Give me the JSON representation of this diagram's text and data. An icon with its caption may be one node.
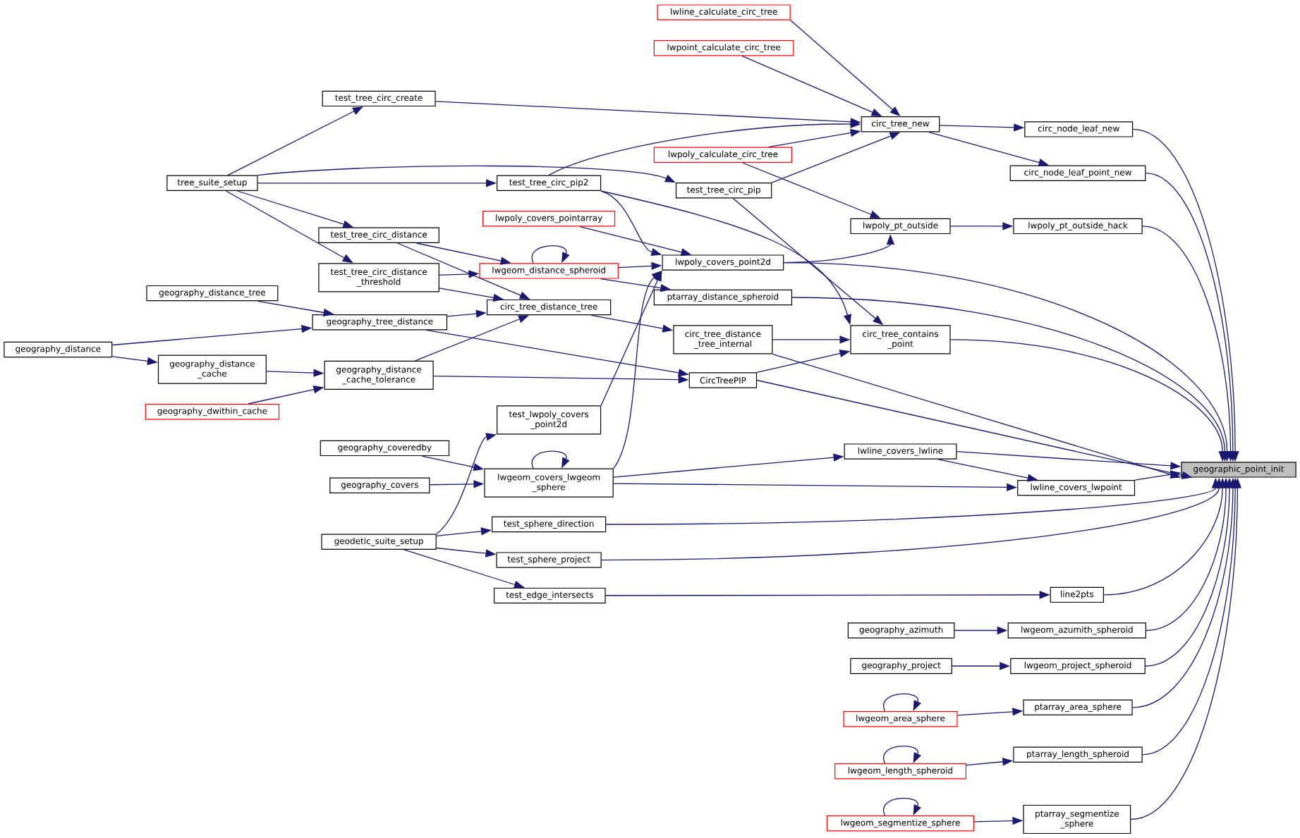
{
  "diagram": {
    "nodes": [
      {
        "text": [
          "geographic_point_init"
        ]
      },
      {
        "text": [
          "lwline_calculate_circ_tree"
        ]
      },
      {
        "text": [
          "lwpoint_calculate_circ_tree"
        ]
      },
      {
        "text": [
          "test_tree_circ_create"
        ]
      },
      {
        "text": [
          "circ_tree_new"
        ]
      },
      {
        "text": [
          "circ_node_leaf_new"
        ]
      },
      {
        "text": [
          "lwpoly_calculate_circ_tree"
        ]
      },
      {
        "text": [
          "circ_node_leaf_point_new"
        ]
      },
      {
        "text": [
          "tree_suite_setup"
        ]
      },
      {
        "text": [
          "test_tree_circ_pip2"
        ]
      },
      {
        "text": [
          "test_tree_circ_pip"
        ]
      },
      {
        "text": [
          "lwpoly_covers_pointarray"
        ]
      },
      {
        "text": [
          "lwpoly_pt_outside"
        ]
      },
      {
        "text": [
          "lwpoly_pt_outside_hack"
        ]
      },
      {
        "text": [
          "test_tree_circ_distance"
        ]
      },
      {
        "text": [
          "lwpoly_covers_point2d"
        ]
      },
      {
        "text": [
          "lwgeom_distance_spheroid"
        ]
      },
      {
        "text": [
          "test_tree_circ_distance _threshold"
        ]
      },
      {
        "text": [
          "geography_distance_tree"
        ]
      },
      {
        "text": [
          "ptarray_distance_spheroid"
        ]
      },
      {
        "text": [
          "circ_tree_distance_tree"
        ]
      },
      {
        "text": [
          "geography_tree_distance"
        ]
      },
      {
        "text": [
          "circ_tree_contains _point"
        ]
      },
      {
        "text": [
          "circ_tree_distance _tree_internal"
        ]
      },
      {
        "text": [
          "geography_distance"
        ]
      },
      {
        "text": [
          "geography_distance _cache"
        ]
      },
      {
        "text": [
          "geography_distance _cache_tolerance"
        ]
      },
      {
        "text": [
          "CircTreePIP"
        ]
      },
      {
        "text": [
          "geography_dwithin_cache"
        ]
      },
      {
        "text": [
          "test_lwpoly_covers _point2d"
        ]
      },
      {
        "text": [
          "geography_coveredby"
        ]
      },
      {
        "text": [
          "lwline_covers_lwline"
        ]
      },
      {
        "text": [
          "lwgeom_covers_lwgeom _sphere"
        ]
      },
      {
        "text": [
          "geography_covers"
        ]
      },
      {
        "text": [
          "lwline_covers_lwpoint"
        ]
      },
      {
        "text": [
          "test_sphere_direction"
        ]
      },
      {
        "text": [
          "geodetic_suite_setup"
        ]
      },
      {
        "text": [
          "test_sphere_project"
        ]
      },
      {
        "text": [
          "test_edge_intersects"
        ]
      },
      {
        "text": [
          "line2pts"
        ]
      },
      {
        "text": [
          "geography_azimuth"
        ]
      },
      {
        "text": [
          "lwgeom_azumith_spheroid"
        ]
      },
      {
        "text": [
          "geography_project"
        ]
      },
      {
        "text": [
          "lwgeom_project_spheroid"
        ]
      },
      {
        "text": [
          "lwgeom_area_sphere"
        ]
      },
      {
        "text": [
          "ptarray_area_sphere"
        ]
      },
      {
        "text": [
          "lwgeom_length_spheroid"
        ]
      },
      {
        "text": [
          "ptarray_length_spheroid"
        ]
      },
      {
        "text": [
          "lwgeom_segmentize_sphere"
        ]
      },
      {
        "text": [
          "ptarray_segmentize _sphere"
        ]
      }
    ],
    "edges": [
      {
        "from": 5,
        "to": 0,
        "arrow": "to"
      },
      {
        "from": 7,
        "to": 0,
        "arrow": "to"
      },
      {
        "from": 13,
        "to": 0,
        "arrow": "to"
      },
      {
        "from": 15,
        "to": 0,
        "arrow": "to"
      },
      {
        "from": 19,
        "to": 0,
        "arrow": "to"
      },
      {
        "from": 22,
        "to": 0,
        "arrow": "to"
      },
      {
        "from": 23,
        "to": 0,
        "arrow": "to"
      },
      {
        "from": 27,
        "to": 0,
        "arrow": "to"
      },
      {
        "from": 31,
        "to": 0,
        "arrow": "to"
      },
      {
        "from": 34,
        "to": 0,
        "arrow": "to"
      },
      {
        "from": 35,
        "to": 0,
        "arrow": "to"
      },
      {
        "from": 37,
        "to": 0,
        "arrow": "to"
      },
      {
        "from": 39,
        "to": 0,
        "arrow": "to"
      },
      {
        "from": 41,
        "to": 0,
        "arrow": "to"
      },
      {
        "from": 43,
        "to": 0,
        "arrow": "to"
      },
      {
        "from": 45,
        "to": 0,
        "arrow": "to"
      },
      {
        "from": 47,
        "to": 0,
        "arrow": "to"
      },
      {
        "from": 49,
        "to": 0,
        "arrow": "to"
      },
      {
        "from": 1,
        "to": 4,
        "arrow": "to"
      },
      {
        "from": 2,
        "to": 4,
        "arrow": "to"
      },
      {
        "from": 3,
        "to": 4,
        "arrow": "to"
      },
      {
        "from": 9,
        "to": 4,
        "arrow": "to"
      },
      {
        "from": 6,
        "to": 4,
        "arrow": "to"
      },
      {
        "from": 10,
        "to": 4,
        "arrow": "to"
      },
      {
        "from": 4,
        "to": 5,
        "arrow": "to"
      },
      {
        "from": 4,
        "to": 7,
        "arrow": "to"
      },
      {
        "from": 8,
        "to": 3,
        "arrow": "to"
      },
      {
        "from": 8,
        "to": 10,
        "arrow": "to"
      },
      {
        "from": 8,
        "to": 9,
        "arrow": "to"
      },
      {
        "from": 8,
        "to": 14,
        "arrow": "to"
      },
      {
        "from": 8,
        "to": 17,
        "arrow": "to"
      },
      {
        "from": 6,
        "to": 12,
        "arrow": "to"
      },
      {
        "from": 15,
        "to": 12,
        "arrow": "to"
      },
      {
        "from": 12,
        "to": 13,
        "arrow": "to"
      },
      {
        "from": 9,
        "to": 15,
        "arrow": "to"
      },
      {
        "from": 11,
        "to": 15,
        "arrow": "to"
      },
      {
        "from": 16,
        "to": 15,
        "arrow": "to"
      },
      {
        "from": 29,
        "to": 15,
        "arrow": "to"
      },
      {
        "from": 32,
        "to": 15,
        "arrow": "to"
      },
      {
        "from": 9,
        "to": 22,
        "arrow": "to"
      },
      {
        "from": 10,
        "to": 22,
        "arrow": "to"
      },
      {
        "from": 14,
        "to": 16,
        "arrow": "to"
      },
      {
        "from": 17,
        "to": 16,
        "arrow": "to"
      },
      {
        "from": 16,
        "to": 16,
        "arrow": "to"
      },
      {
        "from": 16,
        "to": 19,
        "arrow": "to"
      },
      {
        "from": 14,
        "to": 20,
        "arrow": "to"
      },
      {
        "from": 17,
        "to": 20,
        "arrow": "to"
      },
      {
        "from": 21,
        "to": 20,
        "arrow": "to"
      },
      {
        "from": 26,
        "to": 20,
        "arrow": "to"
      },
      {
        "from": 18,
        "to": 21,
        "arrow": "to"
      },
      {
        "from": 24,
        "to": 21,
        "arrow": "to"
      },
      {
        "from": 24,
        "to": 25,
        "arrow": "to"
      },
      {
        "from": 25,
        "to": 26,
        "arrow": "to"
      },
      {
        "from": 28,
        "to": 26,
        "arrow": "to"
      },
      {
        "from": 20,
        "to": 23,
        "arrow": "to"
      },
      {
        "from": 23,
        "to": 22,
        "arrow": "to"
      },
      {
        "from": 27,
        "to": 22,
        "arrow": "to"
      },
      {
        "from": 21,
        "to": 27,
        "arrow": "to"
      },
      {
        "from": 26,
        "to": 27,
        "arrow": "to"
      },
      {
        "from": 36,
        "to": 29,
        "arrow": "to"
      },
      {
        "from": 30,
        "to": 32,
        "arrow": "to"
      },
      {
        "from": 33,
        "to": 32,
        "arrow": "to"
      },
      {
        "from": 32,
        "to": 32,
        "arrow": "to"
      },
      {
        "from": 32,
        "to": 31,
        "arrow": "to"
      },
      {
        "from": 32,
        "to": 34,
        "arrow": "to"
      },
      {
        "from": 31,
        "to": 34,
        "arrow": "to"
      },
      {
        "from": 36,
        "to": 35,
        "arrow": "to"
      },
      {
        "from": 36,
        "to": 37,
        "arrow": "to"
      },
      {
        "from": 36,
        "to": 38,
        "arrow": "to"
      },
      {
        "from": 38,
        "to": 39,
        "arrow": "to"
      },
      {
        "from": 40,
        "to": 41,
        "arrow": "to"
      },
      {
        "from": 42,
        "to": 43,
        "arrow": "to"
      },
      {
        "from": 44,
        "to": 45,
        "arrow": "to"
      },
      {
        "from": 44,
        "to": 44,
        "arrow": "to"
      },
      {
        "from": 46,
        "to": 47,
        "arrow": "to"
      },
      {
        "from": 46,
        "to": 46,
        "arrow": "to"
      },
      {
        "from": 48,
        "to": 49,
        "arrow": "to"
      },
      {
        "from": 48,
        "to": 48,
        "arrow": "to"
      }
    ]
  }
}
